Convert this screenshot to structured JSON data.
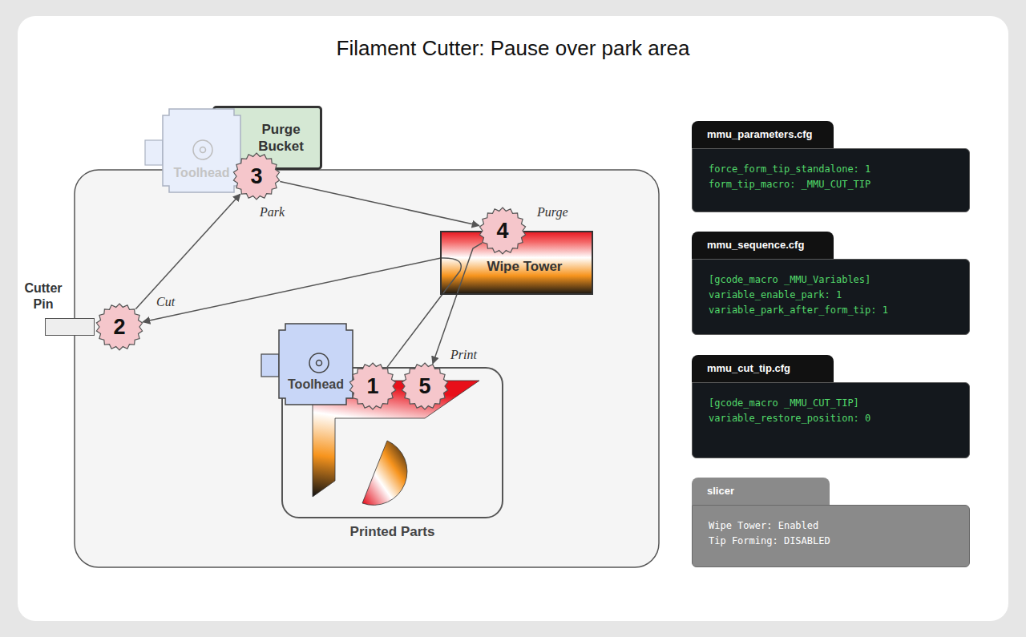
{
  "diagram": {
    "title": "Filament Cutter: Pause over park area",
    "nodes": [
      {
        "text": [
          "Purge Bucket"
        ]
      },
      {
        "text": [
          "Toolhead"
        ]
      },
      {
        "text": [
          "3"
        ]
      },
      {
        "text": [
          "Wipe Tower"
        ]
      },
      {
        "text": [
          "4"
        ]
      },
      {
        "text": [
          "Cutter Pin"
        ]
      },
      {
        "text": [
          "2"
        ]
      },
      {
        "text": [
          "Printed Parts"
        ]
      },
      {
        "text": [
          "Toolhead"
        ]
      },
      {
        "text": [
          "1"
        ]
      },
      {
        "text": [
          "5"
        ]
      },
      {
        "text": [
          "mmu_parameters.cfg",
          "force_form_tip_standalone: 1",
          "form_tip_macro: _MMU_CUT_TIP"
        ]
      },
      {
        "text": [
          "mmu_sequence.cfg",
          "[gcode_macro _MMU_Variables]",
          "variable_enable_park: 1",
          "variable_park_after_form_tip: 1"
        ]
      },
      {
        "text": [
          "mmu_cut_tip.cfg",
          "[gcode_macro _MMU_CUT_TIP]",
          "variable_restore_position: 0"
        ]
      },
      {
        "text": [
          "slicer",
          "Wipe Tower: Enabled",
          "Tip Forming: DISABLED"
        ]
      }
    ],
    "edges": [
      {
        "from": 9,
        "to": 6,
        "arrow": "to",
        "label": "Cut"
      },
      {
        "from": 6,
        "to": 2,
        "arrow": "to",
        "label": "Park"
      },
      {
        "from": 2,
        "to": 4,
        "arrow": "to",
        "label": "Purge"
      },
      {
        "from": 4,
        "to": 10,
        "arrow": "to",
        "label": "Print"
      }
    ]
  }
}
